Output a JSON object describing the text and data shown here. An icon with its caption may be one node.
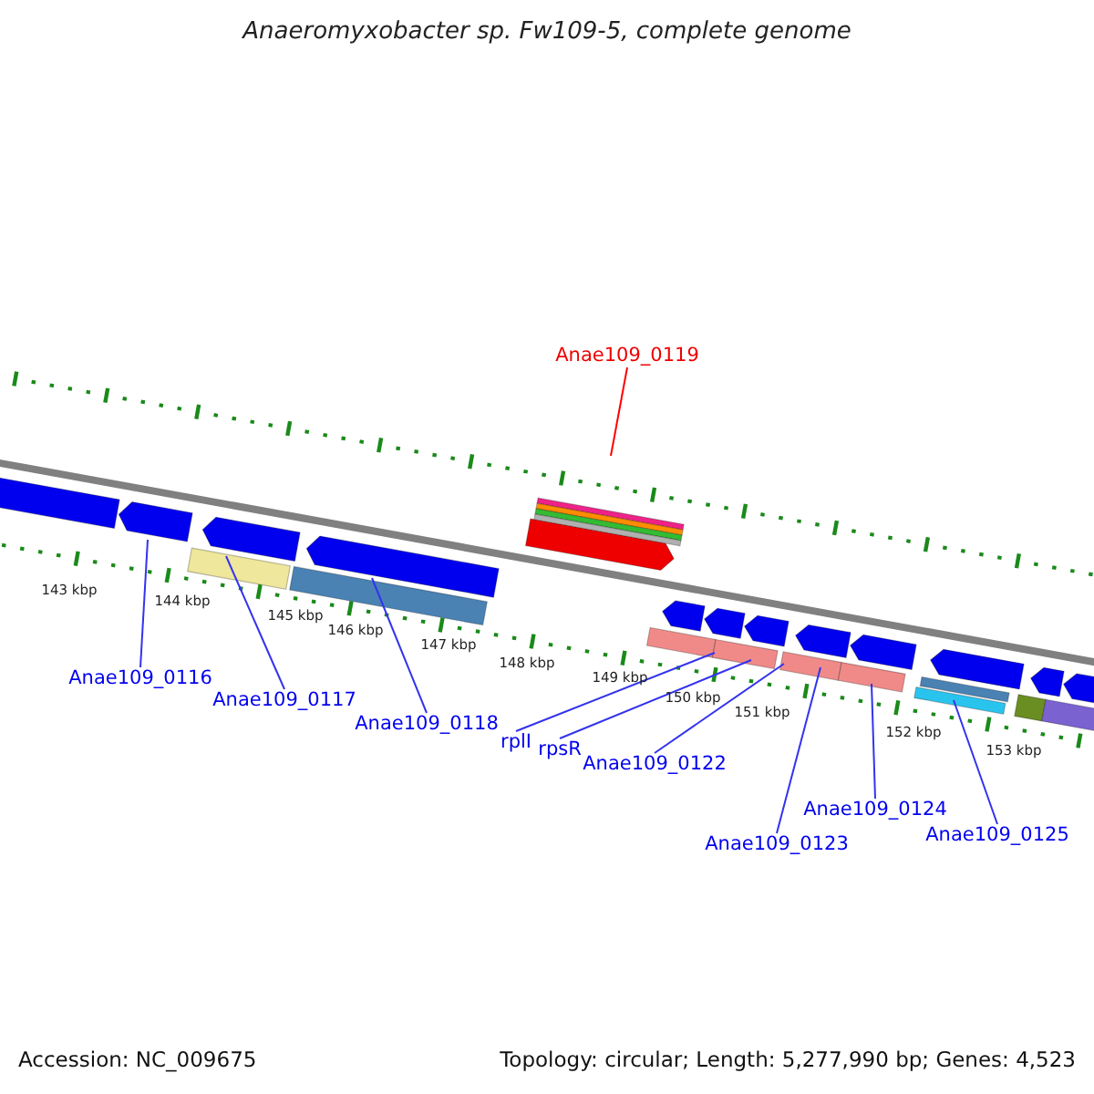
{
  "diagram": {
    "title": "Anaeromyxobacter sp. Fw109-5, complete genome",
    "nodes": [
      {
        "text": [
          "Anae109_0119"
        ]
      },
      {
        "text": [
          "Anae109_0116"
        ]
      },
      {
        "text": [
          "Anae109_0117"
        ]
      },
      {
        "text": [
          "Anae109_0118"
        ]
      },
      {
        "text": [
          "rplI"
        ]
      },
      {
        "text": [
          "rpsR"
        ]
      },
      {
        "text": [
          "Anae109_0122"
        ]
      },
      {
        "text": [
          "Anae109_0123"
        ]
      },
      {
        "text": [
          "Anae109_0124"
        ]
      },
      {
        "text": [
          "Anae109_0125"
        ]
      }
    ],
    "edges": [
      {
        "from": 0,
        "to": null,
        "arrow": "none",
        "color": "#ff0000"
      },
      {
        "from": 1,
        "to": null,
        "arrow": "none"
      },
      {
        "from": 2,
        "to": null,
        "arrow": "none"
      },
      {
        "from": 3,
        "to": null,
        "arrow": "none"
      },
      {
        "from": 4,
        "to": null,
        "arrow": "none"
      },
      {
        "from": 5,
        "to": null,
        "arrow": "none"
      },
      {
        "from": 6,
        "to": null,
        "arrow": "none"
      },
      {
        "from": 7,
        "to": null,
        "arrow": "none"
      },
      {
        "from": 8,
        "to": null,
        "arrow": "none"
      },
      {
        "from": 9,
        "to": null,
        "arrow": "none"
      }
    ],
    "labels": [
      "143 kbp",
      "144 kbp",
      "145 kbp",
      "146 kbp",
      "147 kbp",
      "148 kbp",
      "149 kbp",
      "150 kbp",
      "151 kbp",
      "152 kbp",
      "153 kbp",
      "Accession: NC_009675",
      "Topology: circular; Length: 5,277,990 bp; Genes: 4,523"
    ]
  }
}
